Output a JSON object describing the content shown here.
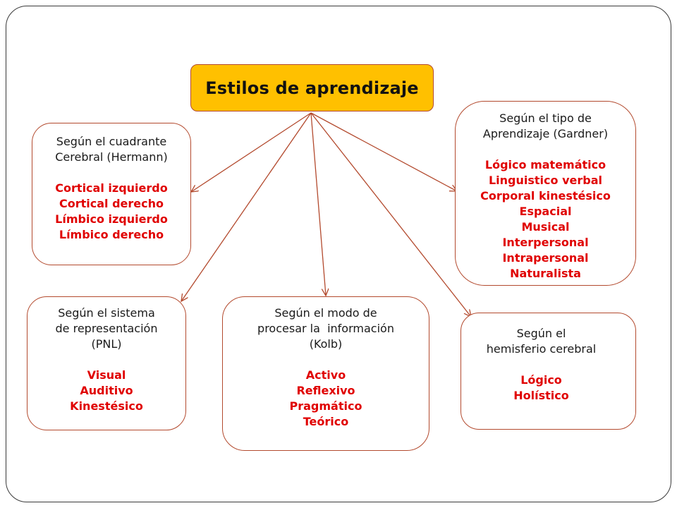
{
  "title": "Estilos de aprendizaje",
  "colors": {
    "title_fill": "#ffc000",
    "border": "#b34a2e",
    "items_text": "#e00000"
  },
  "boxes": {
    "hermann": {
      "heading": [
        "Según el cuadrante",
        "Cerebral (Hermann)"
      ],
      "items": [
        "Cortical izquierdo",
        "Cortical derecho",
        "Límbico izquierdo",
        "Límbico derecho"
      ]
    },
    "gardner": {
      "heading": [
        "Según el tipo de",
        "Aprendizaje (Gardner)"
      ],
      "items": [
        "Lógico matemático",
        "Linguistico verbal",
        "Corporal kinestésico",
        "Espacial",
        "Musical",
        "Interpersonal",
        "Intrapersonal",
        "Naturalista"
      ]
    },
    "pnl": {
      "heading": [
        "Según el sistema",
        "de representación",
        "(PNL)"
      ],
      "items": [
        "Visual",
        "Auditivo",
        "Kinestésico"
      ]
    },
    "kolb": {
      "heading": [
        "Según el modo de",
        "procesar la  información",
        "(Kolb)"
      ],
      "items": [
        "Activo",
        "Reflexivo",
        "Pragmático",
        "Teórico"
      ]
    },
    "hemisferio": {
      "heading": [
        "Según el",
        "hemisferio cerebral"
      ],
      "items": [
        "Lógico",
        "Holístico"
      ]
    }
  }
}
